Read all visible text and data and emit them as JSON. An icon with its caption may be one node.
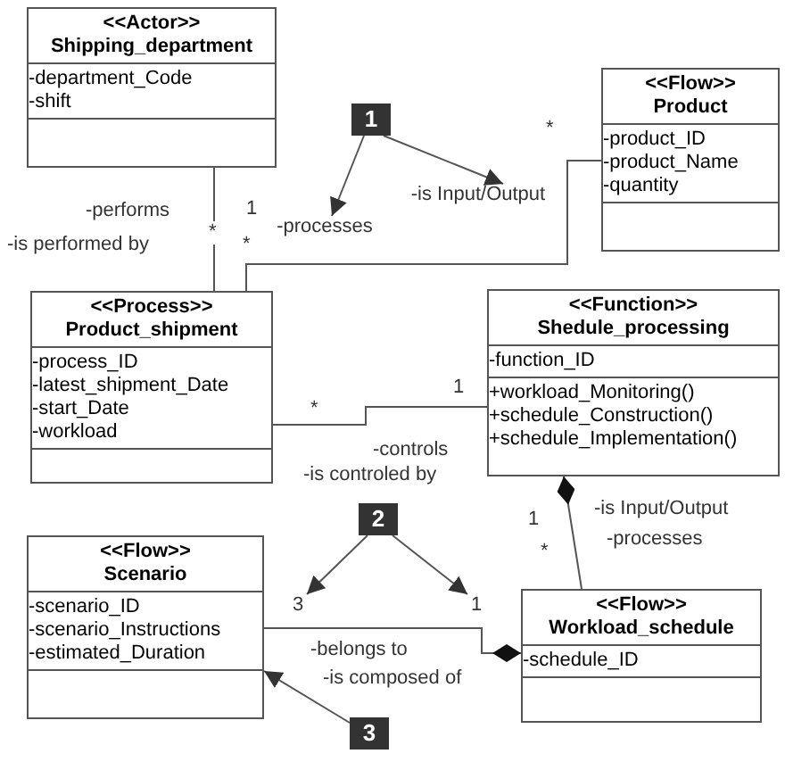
{
  "diagram": {
    "nodes": [
      {
        "text": [
          "<<Actor>>",
          "Shipping_department",
          "-department_Code",
          "-shift"
        ]
      },
      {
        "text": [
          "<<Flow>>",
          "Product",
          "-product_ID",
          "-product_Name",
          "-quantity"
        ]
      },
      {
        "text": [
          "<<Process>>",
          "Product_shipment",
          "-process_ID",
          "-latest_shipment_Date",
          "-start_Date",
          "-workload"
        ]
      },
      {
        "text": [
          "<<Function>>",
          "Shedule_processing",
          "-function_ID",
          "+workload_Monitoring()",
          "+schedule_Construction()",
          "+schedule_Implementation()"
        ]
      },
      {
        "text": [
          "<<Flow>>",
          "Scenario",
          "-scenario_ID",
          "-scenario_Instructions",
          "-estimated_Duration"
        ]
      },
      {
        "text": [
          "<<Flow>>",
          "Workload_schedule",
          "-schedule_ID"
        ]
      },
      {
        "text": [
          "1"
        ]
      },
      {
        "text": [
          "2"
        ]
      },
      {
        "text": [
          "3"
        ]
      },
      {
        "text": [
          "-processes"
        ]
      },
      {
        "text": [
          "-is Input/Output"
        ]
      },
      {
        "text": [
          "3"
        ]
      },
      {
        "text": [
          "1"
        ]
      }
    ],
    "edges": [
      {
        "from": 0,
        "to": 2,
        "arrow": "none"
      },
      {
        "from": 2,
        "to": 1,
        "arrow": "none"
      },
      {
        "from": 6,
        "to": 9,
        "arrow": "to"
      },
      {
        "from": 6,
        "to": 10,
        "arrow": "to"
      },
      {
        "from": 3,
        "to": 2,
        "arrow": "none"
      },
      {
        "from": 3,
        "to": 5,
        "arrow": "other"
      },
      {
        "from": 5,
        "to": 4,
        "arrow": "other"
      },
      {
        "from": 7,
        "to": 11,
        "arrow": "to"
      },
      {
        "from": 7,
        "to": 12,
        "arrow": "to"
      },
      {
        "from": 8,
        "to": 4,
        "arrow": "to"
      }
    ],
    "labels": [
      "*",
      "-performs",
      "1",
      "-is performed by",
      "*",
      "*",
      "1",
      "*",
      "-controls",
      "-is controled by",
      "-is Input/Output",
      "1",
      "-processes",
      "*",
      "-belongs to",
      "-is composed of"
    ]
  }
}
